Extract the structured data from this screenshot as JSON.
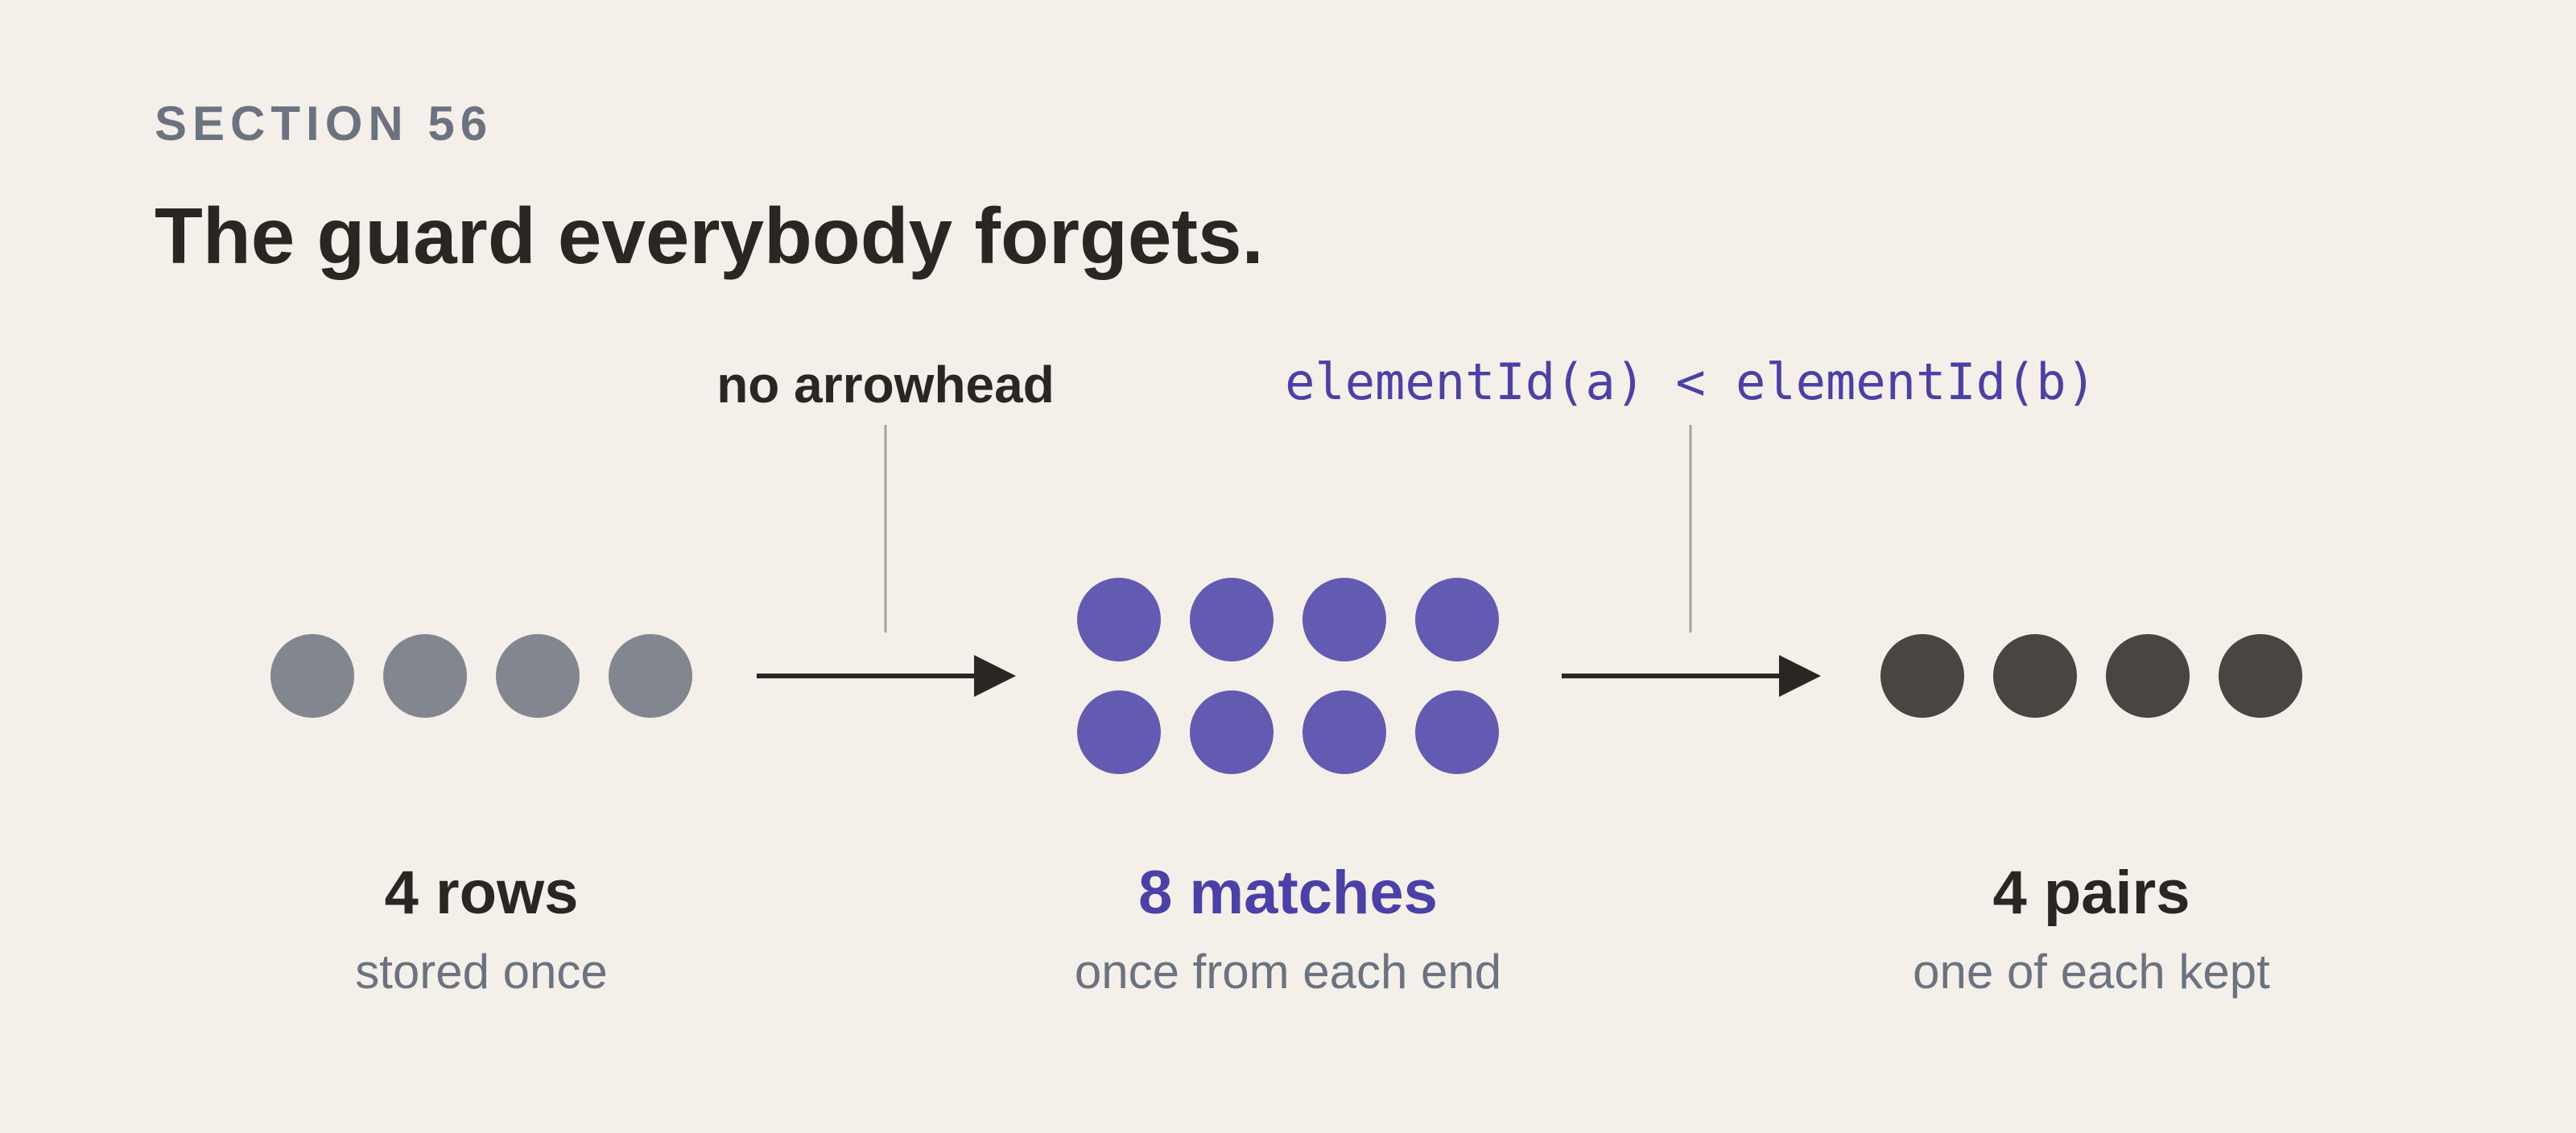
{
  "section_label": "SECTION 56",
  "title": "The guard everybody forgets.",
  "annotations": {
    "first_arrow": "no arrowhead",
    "second_arrow": "elementId(a) < elementId(b)"
  },
  "groups": [
    {
      "count_label": "4 rows",
      "description": "stored once",
      "dot_count": 4,
      "rows": 1,
      "color": "#82868f"
    },
    {
      "count_label": "8 matches",
      "description": "once from each end",
      "dot_count": 8,
      "rows": 2,
      "color": "#635bb2"
    },
    {
      "count_label": "4 pairs",
      "description": "one of each kept",
      "dot_count": 4,
      "rows": 1,
      "color": "#4a4540"
    }
  ],
  "colors": {
    "background": "#f5efe9",
    "ink": "#2a2622",
    "muted": "#6b7280",
    "accent": "#4a40a8",
    "connector": "#a8a29c"
  }
}
